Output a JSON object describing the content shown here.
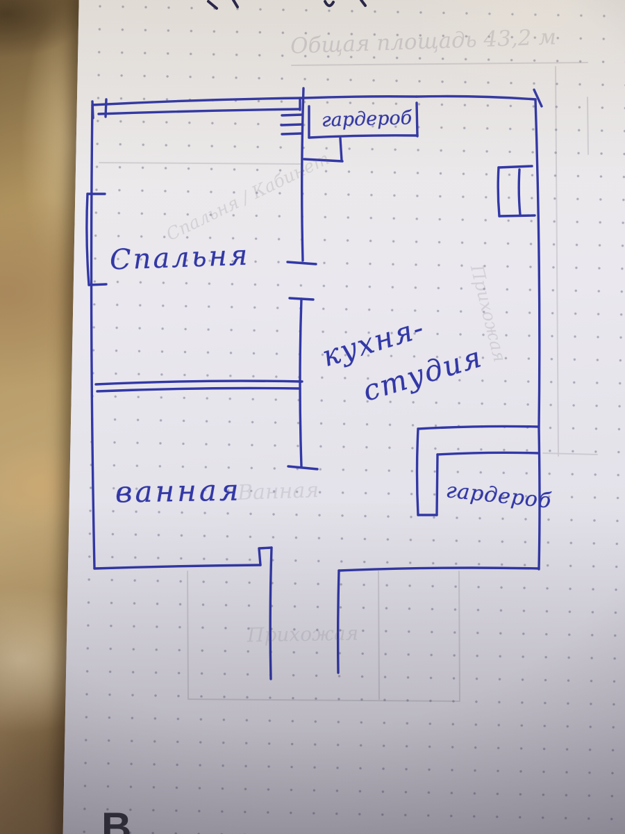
{
  "colors": {
    "ink": "#3238a6",
    "pencil": "#6f6878",
    "paper": "#e8e6ec",
    "marble": "#b49a6e",
    "corner_letter": "#3b3b42"
  },
  "floorplan": {
    "rooms": {
      "wardrobe_top_label": "гардероб",
      "bedroom_label": "Спальня",
      "kitchen_label_line1": "кухня-",
      "kitchen_label_line2": "студия",
      "bathroom_label": "ванная",
      "wardrobe_right_label": "гардероб"
    }
  },
  "pencil_notes": {
    "area_note": "Общая площадь 43,2 м",
    "draft_bedroom_office": "Спальня / Кабинет",
    "draft_hallway_right": "Прихожая",
    "draft_bathroom": "Ванная",
    "draft_hallway_bottom": "Прихожая"
  },
  "page": {
    "corner_letter": "B"
  }
}
